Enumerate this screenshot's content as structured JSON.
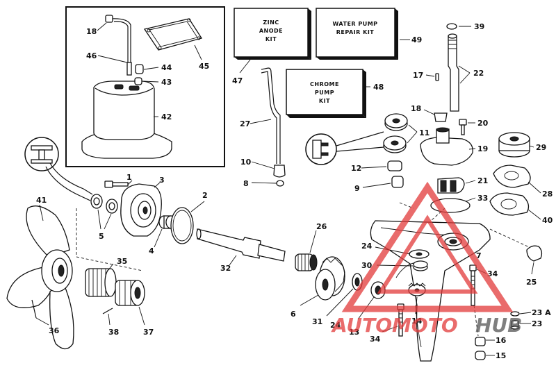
{
  "diagram": {
    "kits": {
      "zinc": [
        "ZINC",
        "ANODE",
        "KIT"
      ],
      "water_pump": [
        "WATER PUMP",
        "REPAIR KIT"
      ],
      "chrome_pump": [
        "CHROME",
        "PUMP",
        "KIT"
      ]
    },
    "callouts": {
      "c1": "1",
      "c2": "2",
      "c3": "3",
      "c4": "4",
      "c5": "5",
      "c6": "6",
      "c7": "7",
      "c8": "8",
      "c9": "9",
      "c10": "10",
      "c11": "11",
      "c12": "12",
      "c13": "13",
      "c14": "14",
      "c15": "15",
      "c16": "16",
      "c17": "17",
      "c18a": "18",
      "c18b": "18",
      "c19": "19",
      "c20": "20",
      "c21": "21",
      "c22": "22",
      "c23": "23",
      "c23a": "23 A",
      "c24a": "24",
      "c24b": "24",
      "c25": "25",
      "c26": "26",
      "c27": "27",
      "c28": "28",
      "c29": "29",
      "c30": "30",
      "c31": "31",
      "c32": "32",
      "c33": "33",
      "c34a": "34",
      "c34b": "34",
      "c35": "35",
      "c36": "36",
      "c37": "37",
      "c38": "38",
      "c39": "39",
      "c40": "40",
      "c41": "41",
      "c42": "42",
      "c43": "43",
      "c44": "44",
      "c45": "45",
      "c46": "46",
      "c47": "47",
      "c48": "48",
      "c49": "49"
    }
  },
  "watermark": {
    "text_auto": "AUTOMOTO",
    "text_hub": "HUB",
    "color_red": "#e23a3a",
    "color_gray": "#555555"
  }
}
